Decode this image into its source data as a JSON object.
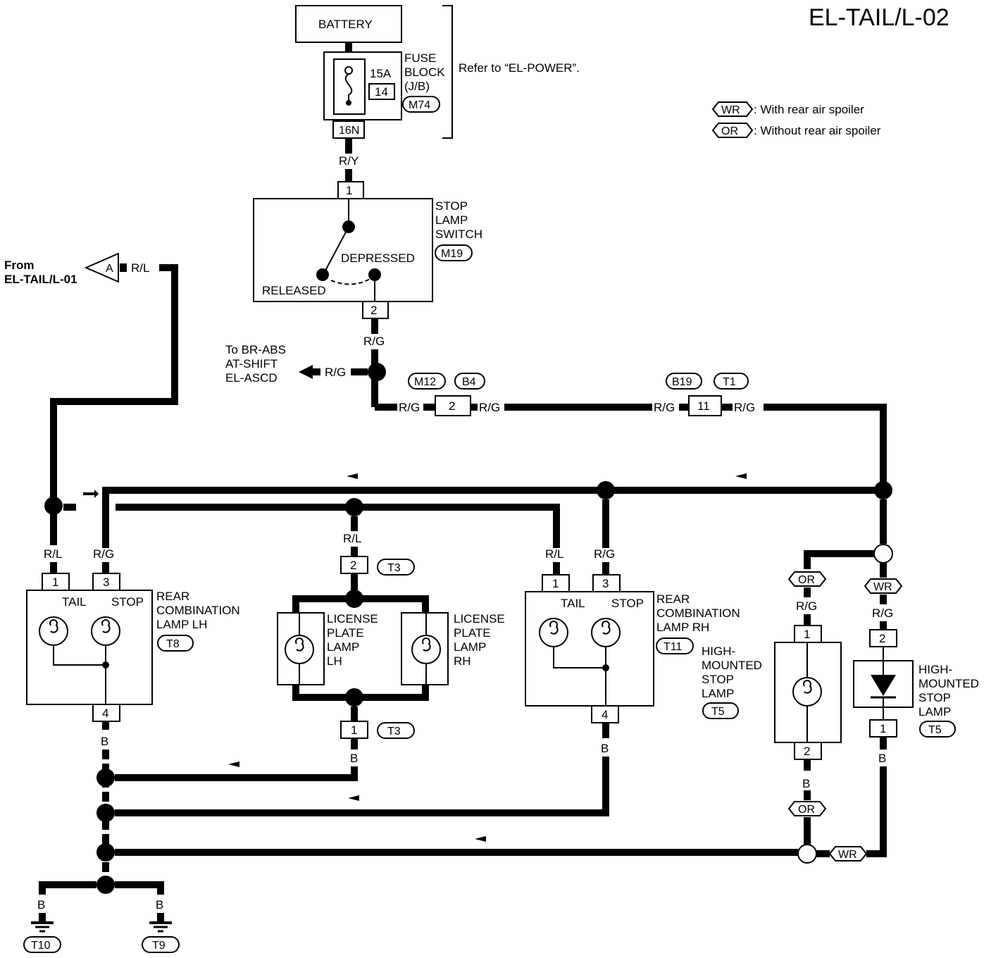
{
  "title": "EL-TAIL/L-02",
  "legend": {
    "wr_tag": "WR",
    "wr_text": ": With rear air spoiler",
    "or_tag": "OR",
    "or_text": ": Without rear air spoiler"
  },
  "battery": "BATTERY",
  "fuse": {
    "amp": "15A",
    "num": "14",
    "label1": "FUSE",
    "label2": "BLOCK",
    "label3": "(J/B)",
    "conn": "M74",
    "pin": "16N",
    "refer": "Refer to “EL-POWER”."
  },
  "from": {
    "line1": "From",
    "line2": "EL-TAIL/L-01",
    "marker": "A"
  },
  "to": {
    "line1": "To BR-ABS",
    "line2": "AT-SHIFT",
    "line3": "EL-ASCD"
  },
  "wires": {
    "ry": "R/Y",
    "rg": "R/G",
    "rl": "R/L",
    "b": "B"
  },
  "switch": {
    "line1": "STOP",
    "line2": "LAMP",
    "line3": "SWITCH",
    "conn": "M19",
    "depressed": "DEPRESSED",
    "released": "RELEASED",
    "pin_top": "1",
    "pin_bot": "2"
  },
  "jc1": {
    "left": "M12",
    "right": "B4",
    "pin": "2"
  },
  "jc2": {
    "left": "B19",
    "right": "T1",
    "pin": "11"
  },
  "lamp_lh": {
    "line1": "REAR",
    "line2": "COMBINATION",
    "line3": "LAMP LH",
    "conn": "T8",
    "tail": "TAIL",
    "stop": "STOP",
    "pin1": "1",
    "pin3": "3",
    "pin4": "4"
  },
  "lamp_rh": {
    "line1": "REAR",
    "line2": "COMBINATION",
    "line3": "LAMP RH",
    "conn": "T11",
    "tail": "TAIL",
    "stop": "STOP",
    "pin1": "1",
    "pin3": "3",
    "pin4": "4"
  },
  "plate": {
    "conn_top": "T3",
    "conn_bot": "T3",
    "pin_top": "2",
    "pin_bot": "1",
    "lh1": "LICENSE",
    "lh2": "PLATE",
    "lh3": "LAMP",
    "lh4": "LH",
    "rh1": "LICENSE",
    "rh2": "PLATE",
    "rh3": "LAMP",
    "rh4": "RH"
  },
  "hms_or": {
    "line1": "HIGH-",
    "line2": "MOUNTED",
    "line3": "STOP",
    "line4": "LAMP",
    "conn": "T5",
    "pin_top": "1",
    "pin_bot": "2"
  },
  "hms_wr": {
    "line1": "HIGH-",
    "line2": "MOUNTED",
    "line3": "STOP",
    "line4": "LAMP",
    "conn": "T5",
    "pin_top": "2",
    "pin_bot": "1"
  },
  "grounds": {
    "left": "T10",
    "right": "T9"
  }
}
